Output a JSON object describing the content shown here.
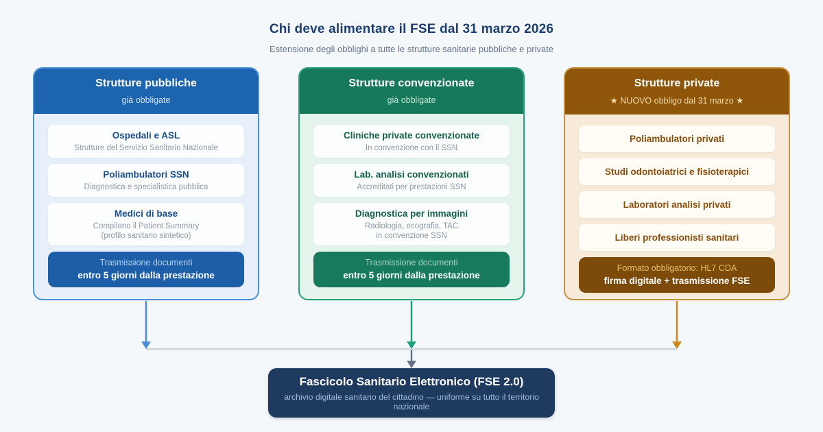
{
  "palette": {
    "page_bg": "#f5f8fb",
    "title_color": "#1d3e6e",
    "subtitle_color": "#64748b",
    "public_blue": "#1c64ae",
    "convention_green": "#17795c",
    "private_brown": "#8f560a",
    "result_navy": "#1e3a5f",
    "arrow_blue": "#4a8fd4",
    "arrow_green": "#1aa076",
    "arrow_orange": "#cc861c",
    "connector_gray_line": "#cfd5dd",
    "connector_gray_arrow": "#667384"
  },
  "header": {
    "title": "Chi deve alimentare il FSE dal 31 marzo 2026",
    "subtitle": "Estensione degli obblighi a tutte le strutture sanitarie pubbliche e private"
  },
  "columns": [
    {
      "title": "Strutture pubbliche",
      "subtitle": "già obbligate",
      "cards": [
        {
          "title": "Ospedali e ASL",
          "sub1": "Strutture del Servizio Sanitario Nazionale"
        },
        {
          "title": "Poliambulatori SSN",
          "sub1": "Diagnostica e specialistica pubblica"
        },
        {
          "title": "Medici di base",
          "sub1": "Compilano il Patient Summary",
          "sub2": "(profilo sanitario sintetico)"
        }
      ],
      "footer": {
        "line1": "Trasmissione documenti",
        "line2": "entro 5 giorni dalla prestazione"
      }
    },
    {
      "title": "Strutture convenzionate",
      "subtitle": "già obbligate",
      "cards": [
        {
          "title": "Cliniche private convenzionate",
          "sub1": "In convenzione con il SSN"
        },
        {
          "title": "Lab. analisi convenzionati",
          "sub1": "Accreditati per prestazioni SSN"
        },
        {
          "title": "Diagnostica per immagini",
          "sub1": "Radiologia, ecografia, TAC",
          "sub2": "in convenzione SSN"
        }
      ],
      "footer": {
        "line1": "Trasmissione documenti",
        "line2": "entro 5 giorni dalla prestazione"
      }
    },
    {
      "title": "Strutture private",
      "subtitle": "★ NUOVO obbligo dal 31 marzo ★",
      "cards": [
        {
          "title": "Poliambulatori privati"
        },
        {
          "title": "Studi odontoiatrici e fisioterapici"
        },
        {
          "title": "Laboratori analisi privati"
        },
        {
          "title": "Liberi professionisti sanitari"
        }
      ],
      "footer": {
        "line1": "Formato obbligatorio: HL7 CDA",
        "line2": "firma digitale + trasmissione FSE"
      }
    }
  ],
  "result": {
    "title": "Fascicolo Sanitario Elettronico (FSE 2.0)",
    "subtitle": "archivio digitale sanitario del cittadino — uniforme su tutto il territorio nazionale"
  }
}
